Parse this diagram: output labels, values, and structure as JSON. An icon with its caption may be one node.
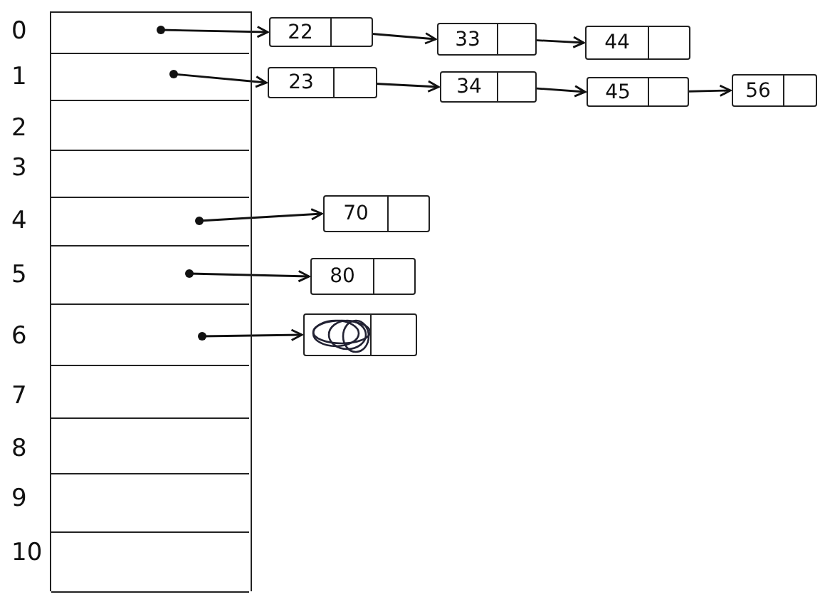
{
  "diagram": {
    "nodes": [
      {
        "text": [],
        "shape": "box",
        "beside": [
          "0"
        ]
      },
      {
        "text": [],
        "shape": "box",
        "beside": [
          "1"
        ]
      },
      {
        "text": [],
        "shape": "box",
        "beside": [
          "2"
        ]
      },
      {
        "text": [],
        "shape": "box",
        "beside": [
          "3"
        ]
      },
      {
        "text": [],
        "shape": "box",
        "beside": [
          "4"
        ]
      },
      {
        "text": [],
        "shape": "box",
        "beside": [
          "5"
        ]
      },
      {
        "text": [],
        "shape": "box",
        "beside": [
          "6"
        ]
      },
      {
        "text": [],
        "shape": "box",
        "beside": [
          "7"
        ]
      },
      {
        "text": [],
        "shape": "box",
        "beside": [
          "8"
        ]
      },
      {
        "text": [],
        "shape": "box",
        "beside": [
          "9"
        ]
      },
      {
        "text": [],
        "shape": "box",
        "beside": [
          "10"
        ]
      },
      {
        "text": [
          "22"
        ]
      },
      {
        "text": [
          "33"
        ]
      },
      {
        "text": [
          "44"
        ]
      },
      {
        "text": [
          "23"
        ]
      },
      {
        "text": [
          "34"
        ]
      },
      {
        "text": [
          "45"
        ]
      },
      {
        "text": [
          "56"
        ]
      },
      {
        "text": [
          "70"
        ]
      },
      {
        "text": [
          "80"
        ]
      },
      {
        "text": [],
        "shape": "box"
      }
    ],
    "edges": [
      {
        "from": 0,
        "to": 11,
        "arrow": "to"
      },
      {
        "from": 11,
        "to": 12,
        "arrow": "to"
      },
      {
        "from": 12,
        "to": 13,
        "arrow": "to"
      },
      {
        "from": 1,
        "to": 14,
        "arrow": "to"
      },
      {
        "from": 14,
        "to": 15,
        "arrow": "to"
      },
      {
        "from": 15,
        "to": 16,
        "arrow": "to"
      },
      {
        "from": 16,
        "to": 17,
        "arrow": "to"
      },
      {
        "from": 4,
        "to": 18,
        "arrow": "to"
      },
      {
        "from": 5,
        "to": 19,
        "arrow": "to"
      },
      {
        "from": 6,
        "to": 20,
        "arrow": "to"
      }
    ]
  }
}
